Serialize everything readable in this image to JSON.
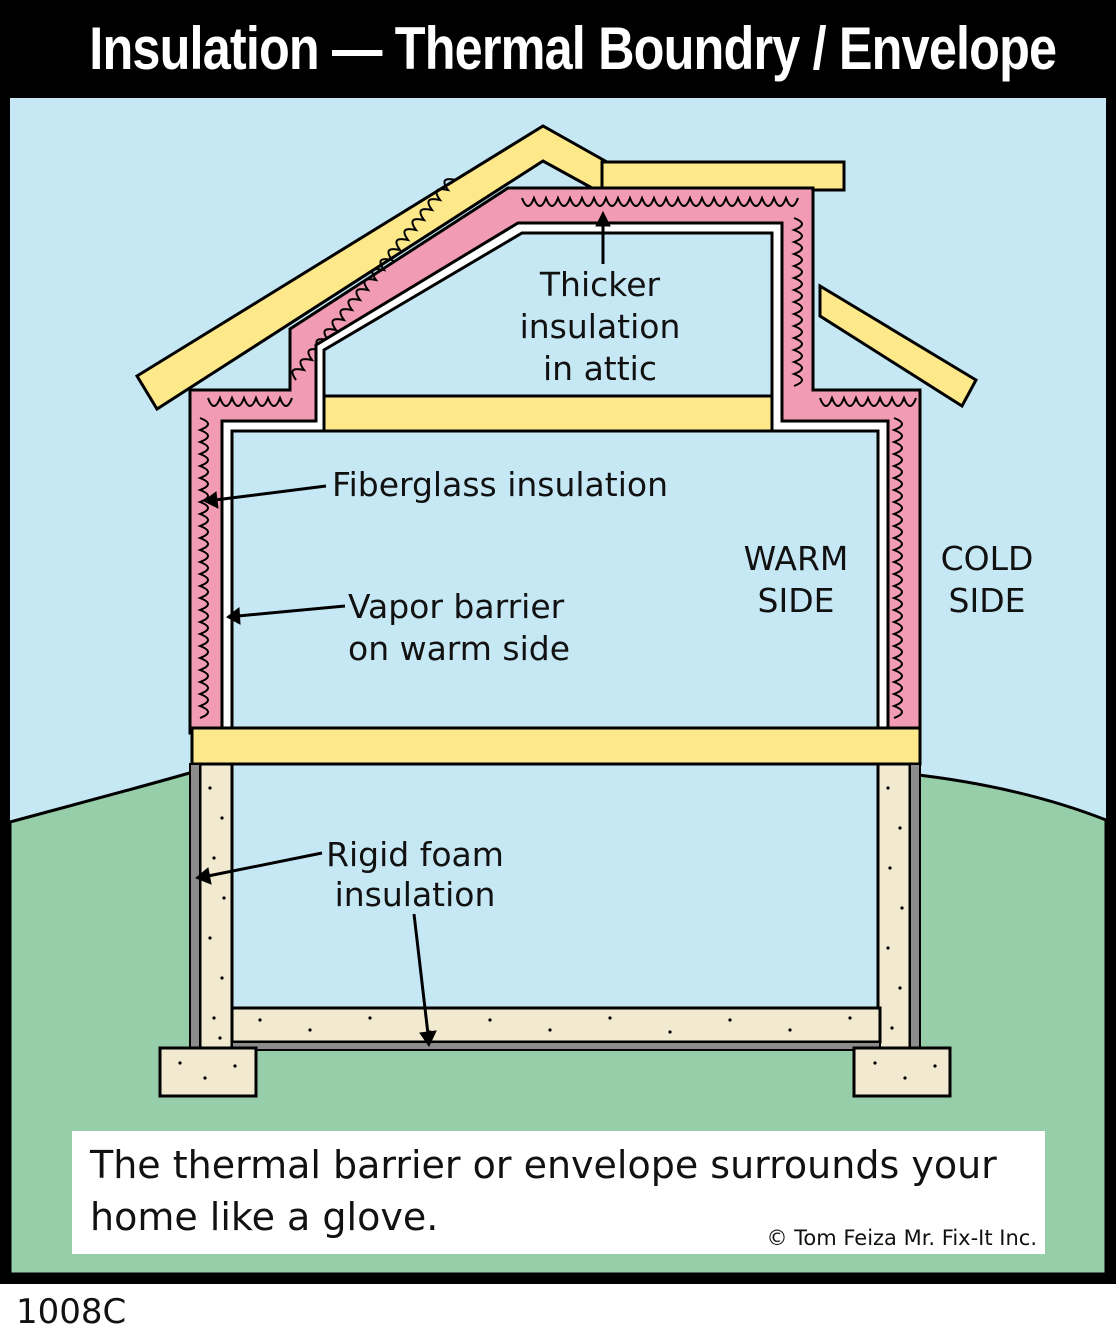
{
  "title": "Insulation — Thermal Boundry / Envelope",
  "labels": {
    "attic": [
      "Thicker",
      "insulation",
      "in attic"
    ],
    "fiberglass": "Fiberglass insulation",
    "vapor": [
      "Vapor barrier",
      "on warm side"
    ],
    "warm": [
      "WARM",
      "SIDE"
    ],
    "cold": [
      "COLD",
      "SIDE"
    ],
    "rigid": [
      "Rigid foam",
      "insulation"
    ]
  },
  "caption": "The thermal barrier or envelope surrounds your home like a glove.",
  "copyright": "© Tom Feiza Mr. Fix-It Inc.",
  "code": "1008C",
  "colors": {
    "sky": "#c6e8f5",
    "ground": "#97ceaa",
    "lumber": "#fde88a",
    "fiberglass": "#f19bb5",
    "foam": "#f1ead0",
    "frame": "#000000"
  }
}
